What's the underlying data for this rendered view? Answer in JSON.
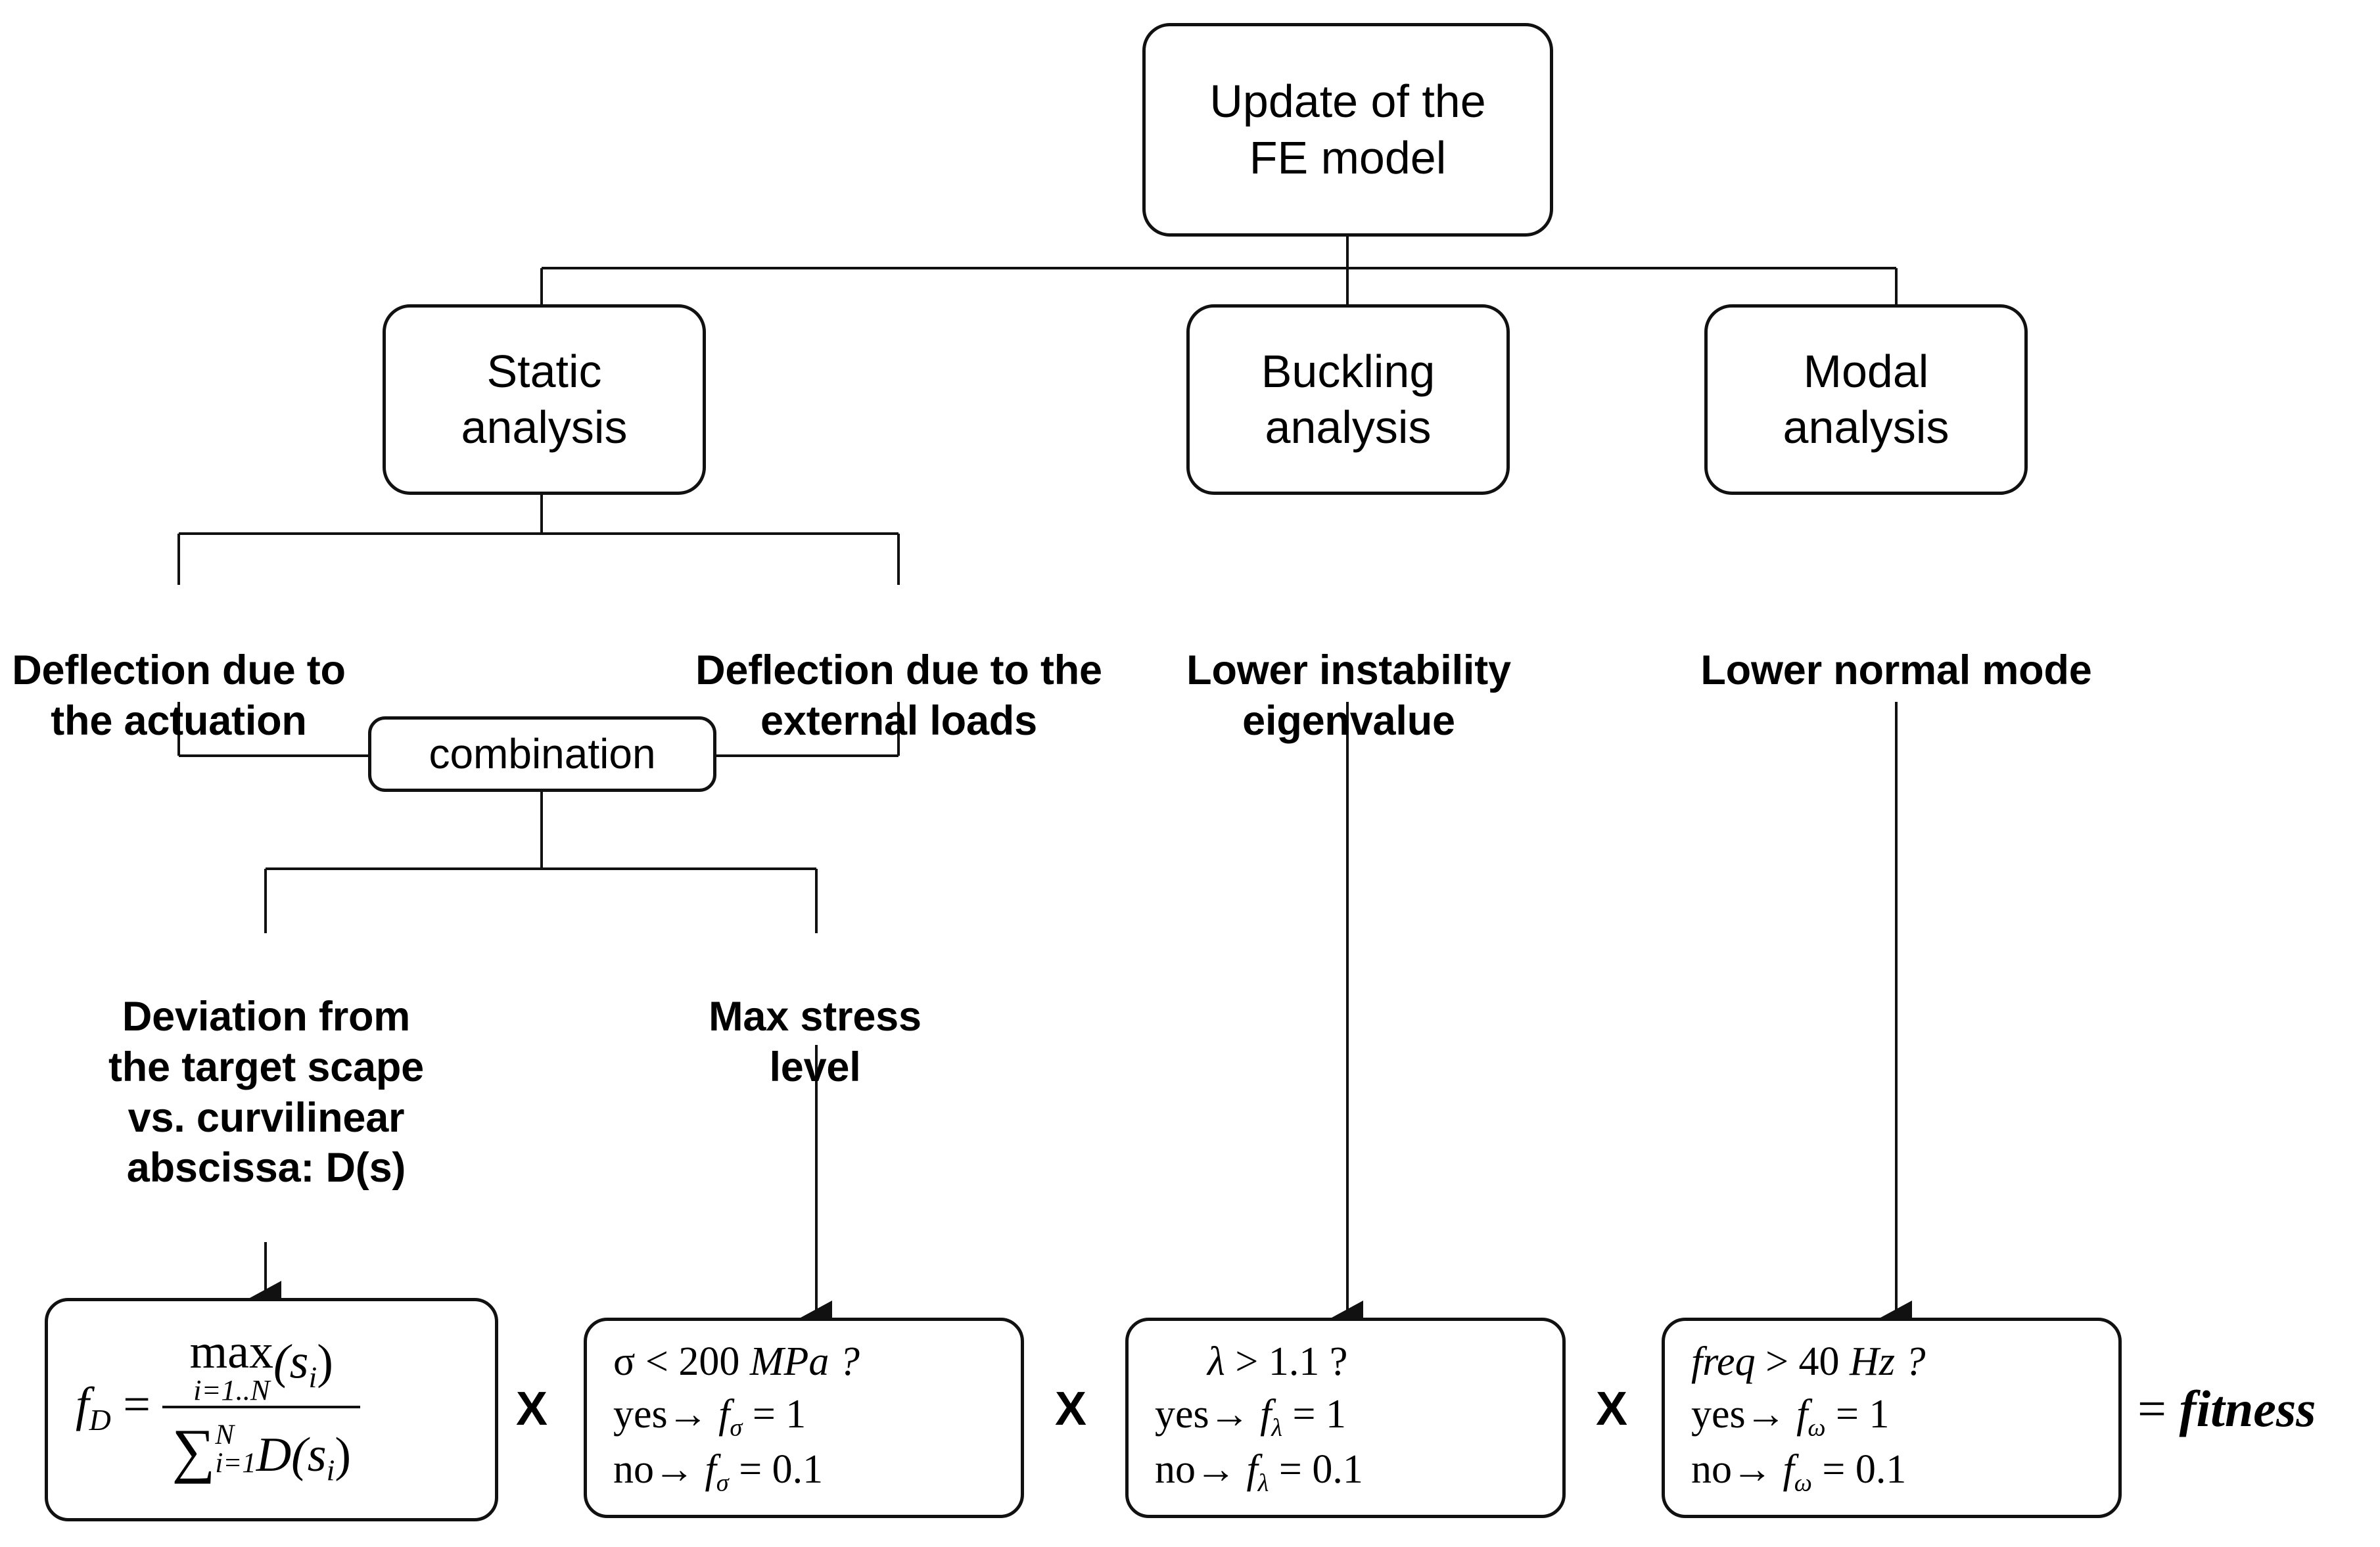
{
  "diagram": {
    "title": "Fitness evaluation flow for FE model update",
    "colors": {
      "line": "#111111",
      "background": "#ffffff",
      "text": "#000000"
    },
    "root": {
      "label": "Update of the\nFE model"
    },
    "analyses": [
      {
        "id": "static",
        "label": "Static\nanalysis"
      },
      {
        "id": "buckling",
        "label": "Buckling\nanalysis"
      },
      {
        "id": "modal",
        "label": "Modal\nanalysis"
      }
    ],
    "criteria": [
      {
        "id": "deflection-actuation",
        "label": "Deflection due to\nthe actuation"
      },
      {
        "id": "deflection-external",
        "label": "Deflection due to the\nexternal loads"
      },
      {
        "id": "lower-instability",
        "label": "Lower instability\neigenvalue"
      },
      {
        "id": "lower-normal-mode",
        "label": "Lower normal mode"
      }
    ],
    "combination": {
      "label": "combination"
    },
    "sub_criteria": [
      {
        "id": "deviation",
        "label": "Deviation from\nthe target scape\nvs. curvilinear\nabscissa: D(s)"
      },
      {
        "id": "max-stress",
        "label": "Max stress\nlevel"
      }
    ],
    "formulas": [
      {
        "id": "fd",
        "kind": "fraction",
        "lhs": "f",
        "lhs_sub": "D",
        "eq": "=",
        "numerator_op": "max",
        "numerator_limit": "i=1..N",
        "numerator_arg": "(s",
        "numerator_arg_sub": "i",
        "numerator_arg_close": ")",
        "denominator_sum": "∑",
        "denominator_upper": "N",
        "denominator_lower": "i=1",
        "denominator_body": "D(s",
        "denominator_body_sub": "i",
        "denominator_body_close": ")"
      },
      {
        "id": "stress",
        "kind": "condition",
        "question_sym": "σ",
        "question_rel": "< 200",
        "question_unit": "MPa ?",
        "yes_label": "yes",
        "yes_arrow": "→",
        "yes_var": "f",
        "yes_var_sub": "σ",
        "yes_value": "= 1",
        "no_label": "no",
        "no_arrow": "→",
        "no_var": "f",
        "no_var_sub": "σ",
        "no_value": "= 0.1"
      },
      {
        "id": "buckling",
        "kind": "condition",
        "question_sym": "λ",
        "question_rel": "> 1.1",
        "question_unit": "?",
        "yes_label": "yes",
        "yes_arrow": "→",
        "yes_var": "f",
        "yes_var_sub": "λ",
        "yes_value": "= 1",
        "no_label": "no",
        "no_arrow": "→",
        "no_var": "f",
        "no_var_sub": "λ",
        "no_value": "= 0.1"
      },
      {
        "id": "modal",
        "kind": "condition",
        "question_sym": "freq",
        "question_rel": "> 40",
        "question_unit": "Hz ?",
        "yes_label": "yes",
        "yes_arrow": "→",
        "yes_var": "f",
        "yes_var_sub": "ω",
        "yes_value": "= 1",
        "no_label": "no",
        "no_arrow": "→",
        "no_var": "f",
        "no_var_sub": "ω",
        "no_value": "= 0.1"
      }
    ],
    "operators": [
      {
        "id": "mult-1",
        "symbol": "X"
      },
      {
        "id": "mult-2",
        "symbol": "X"
      },
      {
        "id": "mult-3",
        "symbol": "X"
      }
    ],
    "result": {
      "equals": "=",
      "label": "fitness"
    }
  }
}
